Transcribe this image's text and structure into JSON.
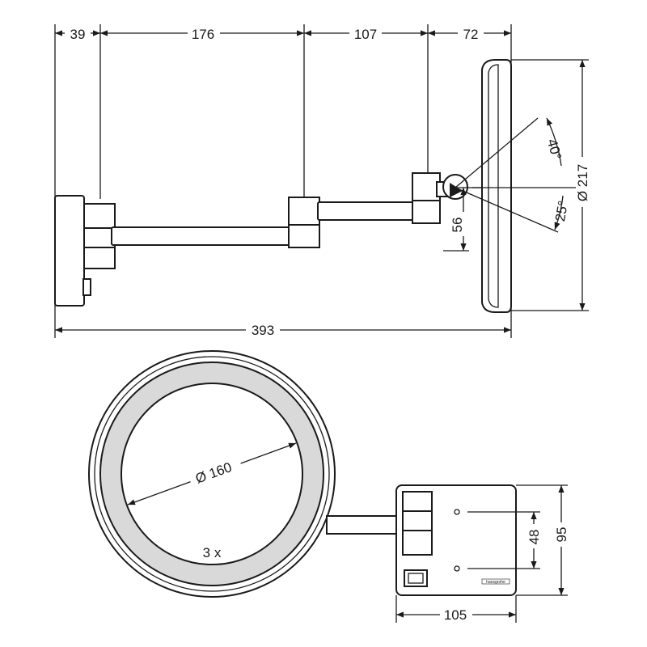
{
  "side_view": {
    "dims": {
      "wall_depth": "39",
      "arm_a": "176",
      "arm_b": "107",
      "head": "72",
      "overall": "393",
      "mirror_dia": "Ø 217",
      "tilt_up": "40°",
      "tilt_down": "25°",
      "pivot_offset": "56"
    }
  },
  "front_view": {
    "dims": {
      "glass_dia": "Ø 160",
      "magnification": "3 x",
      "plate_width": "105",
      "plate_height": "95",
      "hole_spacing": "48"
    },
    "brand": "hansgrohe"
  }
}
